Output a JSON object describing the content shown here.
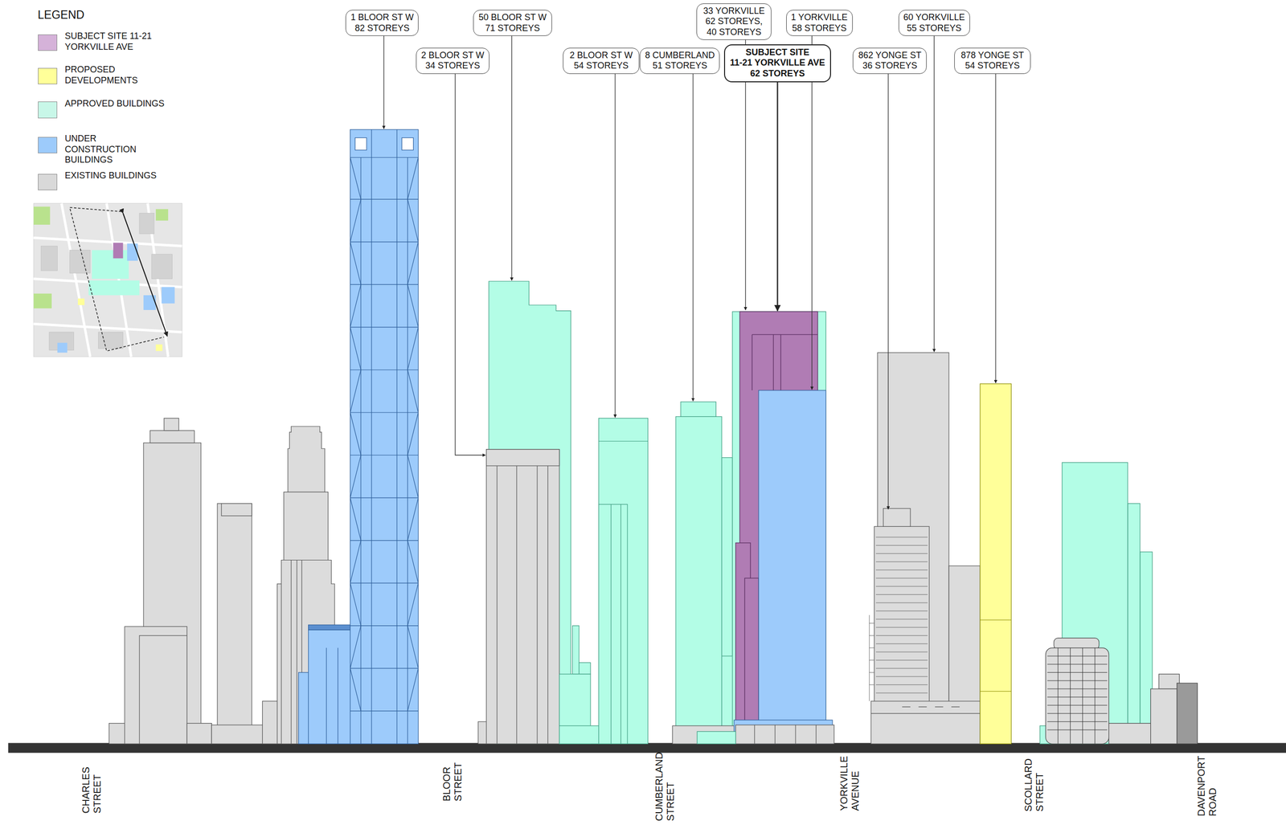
{
  "diagram": {
    "nodes": [
      {
        "text": [
          "1 BLOOR ST W",
          "82 STOREYS"
        ]
      },
      {
        "text": [
          "2 BLOOR ST W",
          "34 STOREYS"
        ]
      },
      {
        "text": [
          "50 BLOOR ST W",
          "71 STOREYS"
        ]
      },
      {
        "text": [
          "2 BLOOR ST W",
          "54 STOREYS"
        ]
      },
      {
        "text": [
          "8 CUMBERLAND",
          "51 STOREYS"
        ]
      },
      {
        "text": [
          "33 YORKVILLE",
          "62 STOREYS, 40 STOREYS"
        ]
      },
      {
        "text": [
          "SUBJECT SITE",
          "11-21 YORKVILLE AVE",
          "62 STOREYS"
        ]
      },
      {
        "text": [
          "1 YORKVILLE",
          "58 STOREYS"
        ]
      },
      {
        "text": [
          "862 YONGE ST",
          "36 STOREYS"
        ]
      },
      {
        "text": [
          "60 YORKVILLE",
          "55 STOREYS"
        ]
      },
      {
        "text": [
          "878 YONGE ST",
          "54 STOREYS"
        ]
      }
    ],
    "labels": [
      "LEGEND",
      "CHARLES STREET",
      "BLOOR STREET",
      "CUMBERLAND STREET",
      "YORKVILLE AVENUE",
      "SCOLLARD STREET",
      "DAVENPORT ROAD"
    ],
    "legend": [
      {
        "text": "SUBJECT SITE 11-21 YORKVILLE AVE",
        "color": "#d5b2d9"
      },
      {
        "text": "PROPOSED DEVELOPMENTS",
        "color": "#ffff99"
      },
      {
        "text": "APPROVED BUILDINGS",
        "color": "#c8f7e8"
      },
      {
        "text": "UNDER CONSTRUCTION BUILDINGS",
        "color": "#9dcbfb"
      },
      {
        "text": "EXISTING BUILDINGS",
        "color": "#d9d9d9"
      }
    ]
  }
}
